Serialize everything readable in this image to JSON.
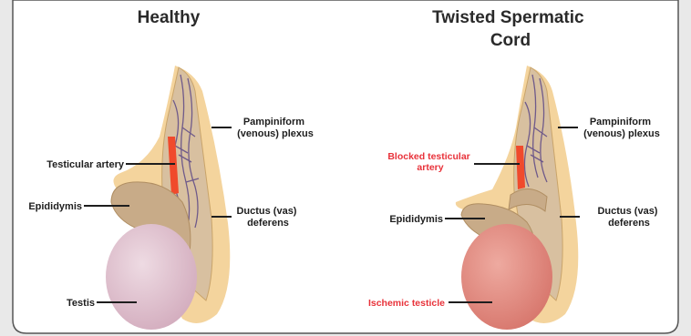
{
  "colors": {
    "panel_background": "#ffffff",
    "page_background": "#e9e9e9",
    "sheath": "#f3cf92",
    "cord": "#d8c0a0",
    "veins": "#6f5a8a",
    "artery": "#f04a2c",
    "healthy_testis": "#e2c4d0",
    "ischemic_testis": "#e28e84",
    "alert_text": "#e8323a"
  },
  "healthy": {
    "title": "Healthy",
    "labels": {
      "pampiniform": [
        "Pampiniform",
        "(venous) plexus"
      ],
      "testicular_artery": "Testicular artery",
      "epididymis": "Epididymis",
      "ductus": [
        "Ductus (vas)",
        "deferens"
      ],
      "testis": "Testis"
    }
  },
  "twisted": {
    "title": [
      "Twisted Spermatic",
      "Cord"
    ],
    "labels": {
      "pampiniform": [
        "Pampiniform",
        "(venous) plexus"
      ],
      "blocked_artery": [
        "Blocked testicular",
        "artery"
      ],
      "epididymis": "Epididymis",
      "ductus": [
        "Ductus (vas)",
        "deferens"
      ],
      "ischemic": "Ischemic testicle"
    }
  }
}
